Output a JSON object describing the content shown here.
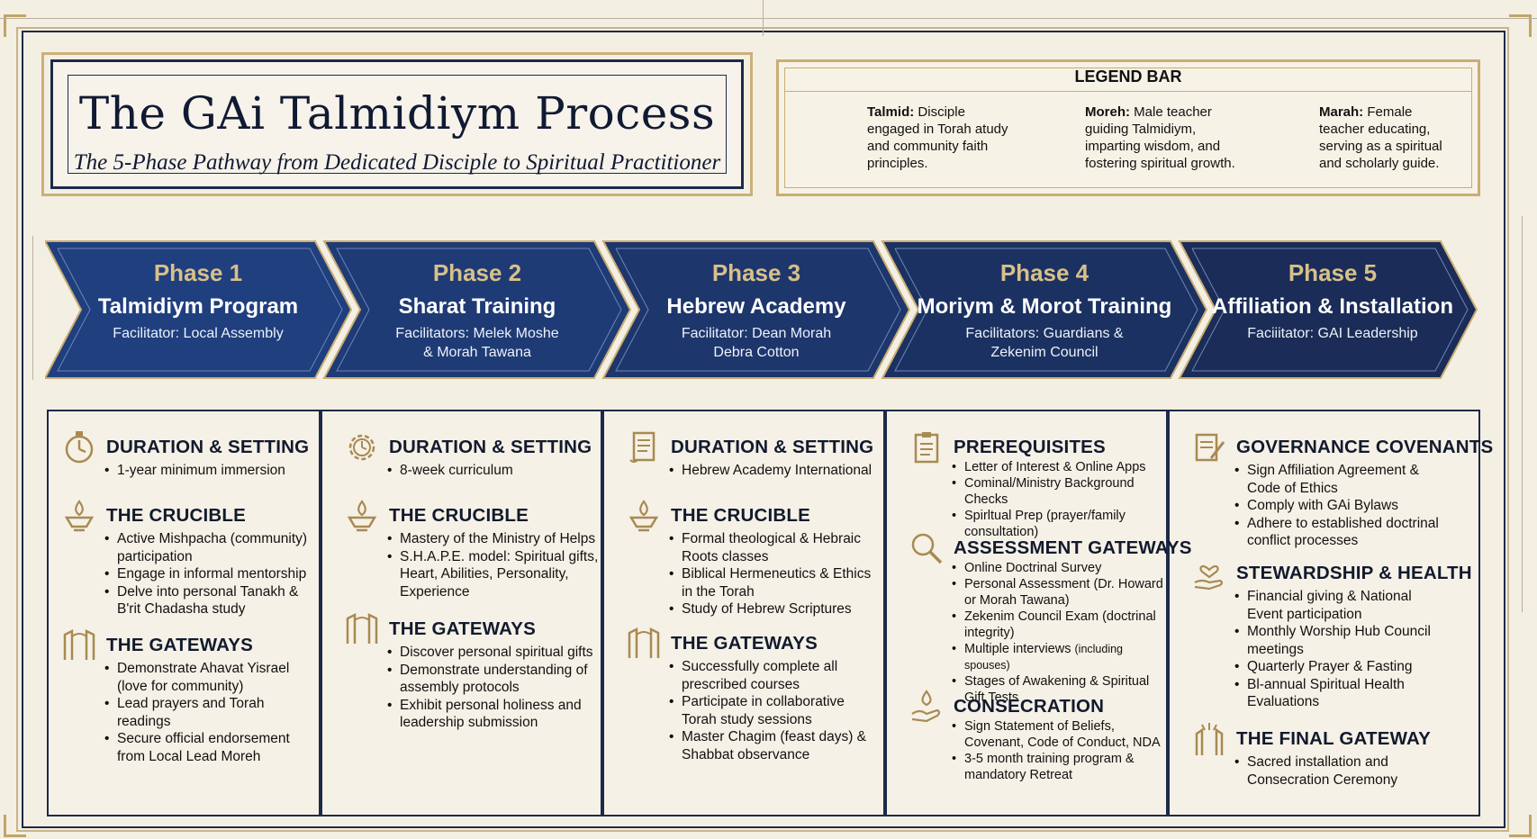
{
  "title": {
    "main": "The GAi Talmidiym Process",
    "subtitle": "The 5-Phase Pathway from Dedicated Disciple to Spiritual Practitioner"
  },
  "legend": {
    "heading": "LEGEND BAR",
    "items": [
      {
        "term": "Talmid:",
        "lines": [
          " Disciple",
          "engaged in Torah atudy",
          "and community faith",
          "principles."
        ]
      },
      {
        "term": "Moreh:",
        "lines": [
          " Male teacher",
          "guiding Talmidiym,",
          "imparting wisdom, and",
          "fostering spiritual growth."
        ]
      },
      {
        "term": "Marah:",
        "lines": [
          " Female",
          "teacher educating,",
          "serving as a spiritual",
          "and scholarly guide."
        ]
      }
    ]
  },
  "colors": {
    "navy": "#1c2a4a",
    "gold": "#c9ad74",
    "phase_fills": [
      "#1f3f7e",
      "#1e3b76",
      "#1d366c",
      "#1b3161",
      "#1a2c57"
    ]
  },
  "phases": [
    {
      "number": "Phase 1",
      "name": "Talmidiym Program",
      "facilitator": [
        "Facilitator: Local Assembly"
      ]
    },
    {
      "number": "Phase 2",
      "name": "Sharat Training",
      "facilitator": [
        "Facilitators: Melek Moshe",
        "& Morah Tawana"
      ]
    },
    {
      "number": "Phase 3",
      "name": "Hebrew Academy",
      "facilitator": [
        "Facilitator: Dean Morah",
        "Debra Cotton"
      ]
    },
    {
      "number": "Phase 4",
      "name": "Moriym & Morot Training",
      "facilitator": [
        "Facilitators: Guardians &",
        "Zekenim Council"
      ]
    },
    {
      "number": "Phase 5",
      "name": "Affiliation & Installation",
      "facilitator": [
        "Faciiitator: GAI Leadership"
      ]
    }
  ],
  "panels": [
    {
      "sections": [
        {
          "icon": "stopwatch-icon",
          "heading": "DURATION & SETTING",
          "bullets": [
            [
              "1-year minimum immersion"
            ]
          ]
        },
        {
          "icon": "crucible-flame-icon",
          "heading": "THE CRUCIBLE",
          "bullets": [
            [
              "Active Mishpacha (community)",
              "participation"
            ],
            [
              "Engage in informal mentorship"
            ],
            [
              "Delve into personal Tanakh &",
              "B'rit Chadasha study"
            ]
          ]
        },
        {
          "icon": "gateway-icon",
          "heading": "THE GATEWAYS",
          "bullets": [
            [
              "Demonstrate Ahavat Yisrael",
              "(love for community)"
            ],
            [
              "Lead prayers and Torah readings"
            ],
            [
              "Secure official endorsement",
              "from Local Lead Moreh"
            ]
          ]
        }
      ]
    },
    {
      "sections": [
        {
          "icon": "gear-clock-icon",
          "heading": "DURATION & SETTING",
          "bullets": [
            [
              "8-week curriculum"
            ]
          ]
        },
        {
          "icon": "crucible-flame-icon",
          "heading": "THE CRUCIBLE",
          "bullets": [
            [
              "Mastery of the Ministry of Helps"
            ],
            [
              "S.H.A.P.E. model: Spiritual gifts,",
              "Heart, Abilities, Personality,",
              "Experience"
            ]
          ]
        },
        {
          "icon": "gateway-icon",
          "heading": "THE GATEWAYS",
          "bullets": [
            [
              "Discover personal spiritual gifts"
            ],
            [
              "Demonstrate understanding of",
              "assembly protocols"
            ],
            [
              "Exhibit personal holiness and",
              "leadership submission"
            ]
          ]
        }
      ]
    },
    {
      "sections": [
        {
          "icon": "scroll-icon",
          "heading": "DURATION & SETTING",
          "bullets": [
            [
              "Hebrew Academy International"
            ]
          ]
        },
        {
          "icon": "crucible-flame-icon",
          "heading": "THE CRUCIBLE",
          "bullets": [
            [
              "Formal theological & Hebraic",
              "Roots classes"
            ],
            [
              "Biblical Hermeneutics & Ethics",
              "in the Torah"
            ],
            [
              "Study of Hebrew Scriptures"
            ]
          ]
        },
        {
          "icon": "gateway-icon",
          "heading": "THE GATEWAYS",
          "bullets": [
            [
              "Successfully complete all",
              "prescribed courses"
            ],
            [
              "Participate in collaborative",
              "Torah study sessions"
            ],
            [
              "Master Chagim (feast days) &",
              "Shabbat observance"
            ]
          ]
        }
      ]
    },
    {
      "sections": [
        {
          "icon": "clipboard-icon",
          "heading": "PREREQUISITES",
          "bullets": [
            [
              "Letter of Interest & Online Apps"
            ],
            [
              "Cominal/Ministry Background Checks"
            ],
            [
              "Spirltual Prep (prayer/family",
              "consultation)"
            ]
          ]
        },
        {
          "icon": "magnifier-icon",
          "heading": "ASSESSMENT GATEWAYS",
          "bullets": [
            [
              "Online Doctrinal Survey"
            ],
            [
              "Personal Assessment (Dr. Howard",
              "or Morah Tawana)"
            ],
            [
              "Zekenim Council Exam (doctrinal",
              "integrity)"
            ],
            [
              "Multiple interviews",
              "(including spouses)"
            ],
            [
              "Stages of Awakening & Spiritual",
              "Gift Tests"
            ]
          ]
        },
        {
          "icon": "oil-drop-hand-icon",
          "heading": "CONSECRATION",
          "bullets": [
            [
              "Sign Statement of Beliefs,",
              "Covenant, Code of Conduct, NDA"
            ],
            [
              "3-5 month training program &",
              "mandatory Retreat"
            ]
          ]
        }
      ]
    },
    {
      "sections": [
        {
          "icon": "document-pen-icon",
          "heading": "GOVERNANCE COVENANTS",
          "bullets": [
            [
              "Sign Affiliation Agreement &",
              "Code of Ethics"
            ],
            [
              "Comply with GAi Bylaws"
            ],
            [
              "Adhere to established doctrinal",
              "conflict processes"
            ]
          ]
        },
        {
          "icon": "heart-hand-icon",
          "heading": "STEWARDSHIP & HEALTH",
          "bullets": [
            [
              "Financial giving & National",
              "Event participation"
            ],
            [
              "Monthly Worship Hub Council",
              "meetings"
            ],
            [
              "Quarterly Prayer & Fasting"
            ],
            [
              "Bl-annual Spiritual Health",
              "Evaluations"
            ]
          ]
        },
        {
          "icon": "radiant-gateway-icon",
          "heading": "THE FINAL GATEWAY",
          "bullets": [
            [
              "Sacred installation and",
              "Consecration Ceremony"
            ]
          ]
        }
      ]
    }
  ]
}
